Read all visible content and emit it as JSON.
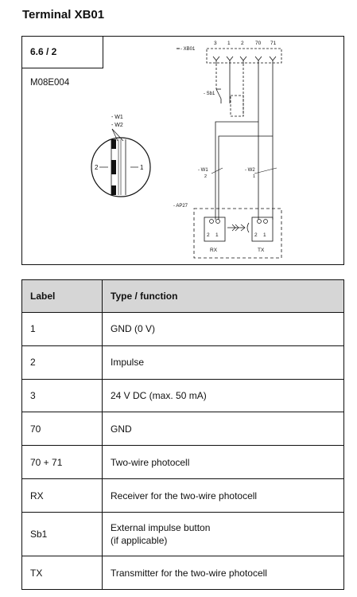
{
  "page_title": "Terminal XB01",
  "diagram": {
    "reference": "6.6 / 2",
    "code": "M08E004",
    "labels": {
      "xb01": "- XB01",
      "sb1": "- Sb1",
      "w1_top": "- W1",
      "w2_top": "- W2",
      "w1_wire": "- W1",
      "w2_wire": "- W2",
      "ap27": "- AP27",
      "side_left": "2",
      "side_right": "1",
      "rx": "RX",
      "tx": "TX",
      "rx_pin_2": "2",
      "rx_pin_1": "1",
      "tx_pin_2": "2",
      "tx_pin_1": "1",
      "w1_pin": "2",
      "w2_pin": "1"
    },
    "terminals": [
      "3",
      "1",
      "2",
      "70",
      "71"
    ]
  },
  "table": {
    "headers": {
      "label": "Label",
      "function": "Type / function"
    },
    "rows": [
      {
        "label": "1",
        "function": "GND (0 V)"
      },
      {
        "label": "2",
        "function": "Impulse"
      },
      {
        "label": "3",
        "function": "24 V DC (max. 50 mA)"
      },
      {
        "label": "70",
        "function": "GND"
      },
      {
        "label": "70 + 71",
        "function": "Two-wire photocell"
      },
      {
        "label": "RX",
        "function": "Receiver for the two-wire photocell"
      },
      {
        "label": "Sb1",
        "function": "External impulse button\n(if applicable)"
      },
      {
        "label": "TX",
        "function": "Transmitter for the two-wire photocell"
      }
    ]
  }
}
